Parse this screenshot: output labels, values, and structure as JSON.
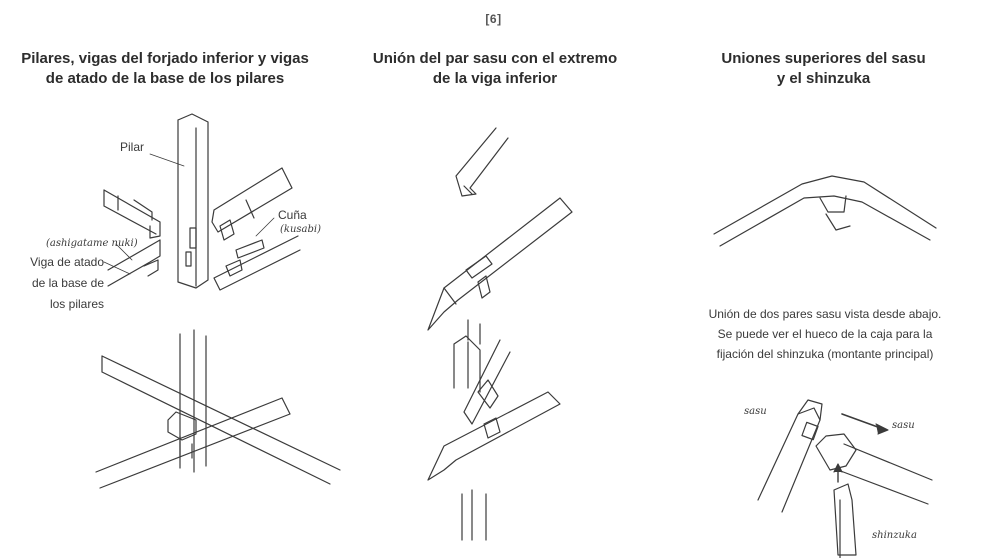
{
  "page_number": "[6]",
  "columns": [
    {
      "title_lines": [
        "Pilares, vigas del forjado inferior y vigas",
        "de atado de la base de los pilares"
      ],
      "labels": {
        "pilar": "Pilar",
        "cuna": "Cuña",
        "kusabi": "(kusabi)",
        "ashigatame": "(ashigatame nuki)",
        "viga_lines": [
          "Viga de atado",
          "de la base de",
          "los pilares"
        ]
      }
    },
    {
      "title_lines": [
        "Unión del par sasu con el extremo",
        "de la viga inferior"
      ]
    },
    {
      "title_lines": [
        "Uniones superiores del sasu",
        "y el shinzuka"
      ],
      "caption_lines": [
        "Unión de dos pares sasu vista desde abajo.",
        "Se puede ver el hueco de la caja para la",
        "fijación del shinzuka (montante principal)"
      ],
      "labels": {
        "sasu_left": "sasu",
        "sasu_right": "sasu",
        "shinzuka": "shinzuka"
      }
    }
  ],
  "colors": {
    "line": "#3b3b3b",
    "text": "#2d2d2d"
  }
}
